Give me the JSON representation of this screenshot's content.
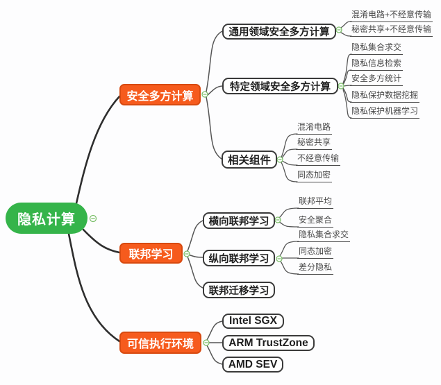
{
  "colors": {
    "root_green": "#35B44A",
    "branch_orange": "#F65B1D",
    "node_border": "#3A3A3A",
    "node_text": "#1E1E1E",
    "leaf_text": "#4A4A4A",
    "connector_dark": "#2E2E2E",
    "connector_light": "#555555",
    "marker_green": "#7CBF6B",
    "background": "#FDFDFE"
  },
  "icons": {
    "collapse_marker": "minus-in-circle"
  },
  "tree": {
    "root": {
      "label": "隐私计算"
    },
    "branches": [
      {
        "label": "安全多方计算",
        "children": [
          {
            "label": "通用领域安全多方计算",
            "leaves": [
              "混淆电路+不经意传输",
              "秘密共享+不经意传输"
            ]
          },
          {
            "label": "特定领域安全多方计算",
            "leaves": [
              "隐私集合求交",
              "隐私信息检索",
              "安全多方统计",
              "隐私保护数据挖掘",
              "隐私保护机器学习"
            ]
          },
          {
            "label": "相关组件",
            "leaves": [
              "混淆电路",
              "秘密共享",
              "不经意传输",
              "同态加密"
            ]
          }
        ]
      },
      {
        "label": "联邦学习",
        "children": [
          {
            "label": "横向联邦学习",
            "leaves": [
              "联邦平均",
              "安全聚合"
            ]
          },
          {
            "label": "纵向联邦学习",
            "leaves": [
              "隐私集合求交",
              "同态加密",
              "差分隐私"
            ]
          },
          {
            "label": "联邦迁移学习",
            "leaves": []
          }
        ]
      },
      {
        "label": "可信执行环境",
        "children": [
          {
            "label": "Intel SGX",
            "leaves": []
          },
          {
            "label": "ARM TrustZone",
            "leaves": []
          },
          {
            "label": "AMD SEV",
            "leaves": []
          }
        ]
      }
    ]
  }
}
